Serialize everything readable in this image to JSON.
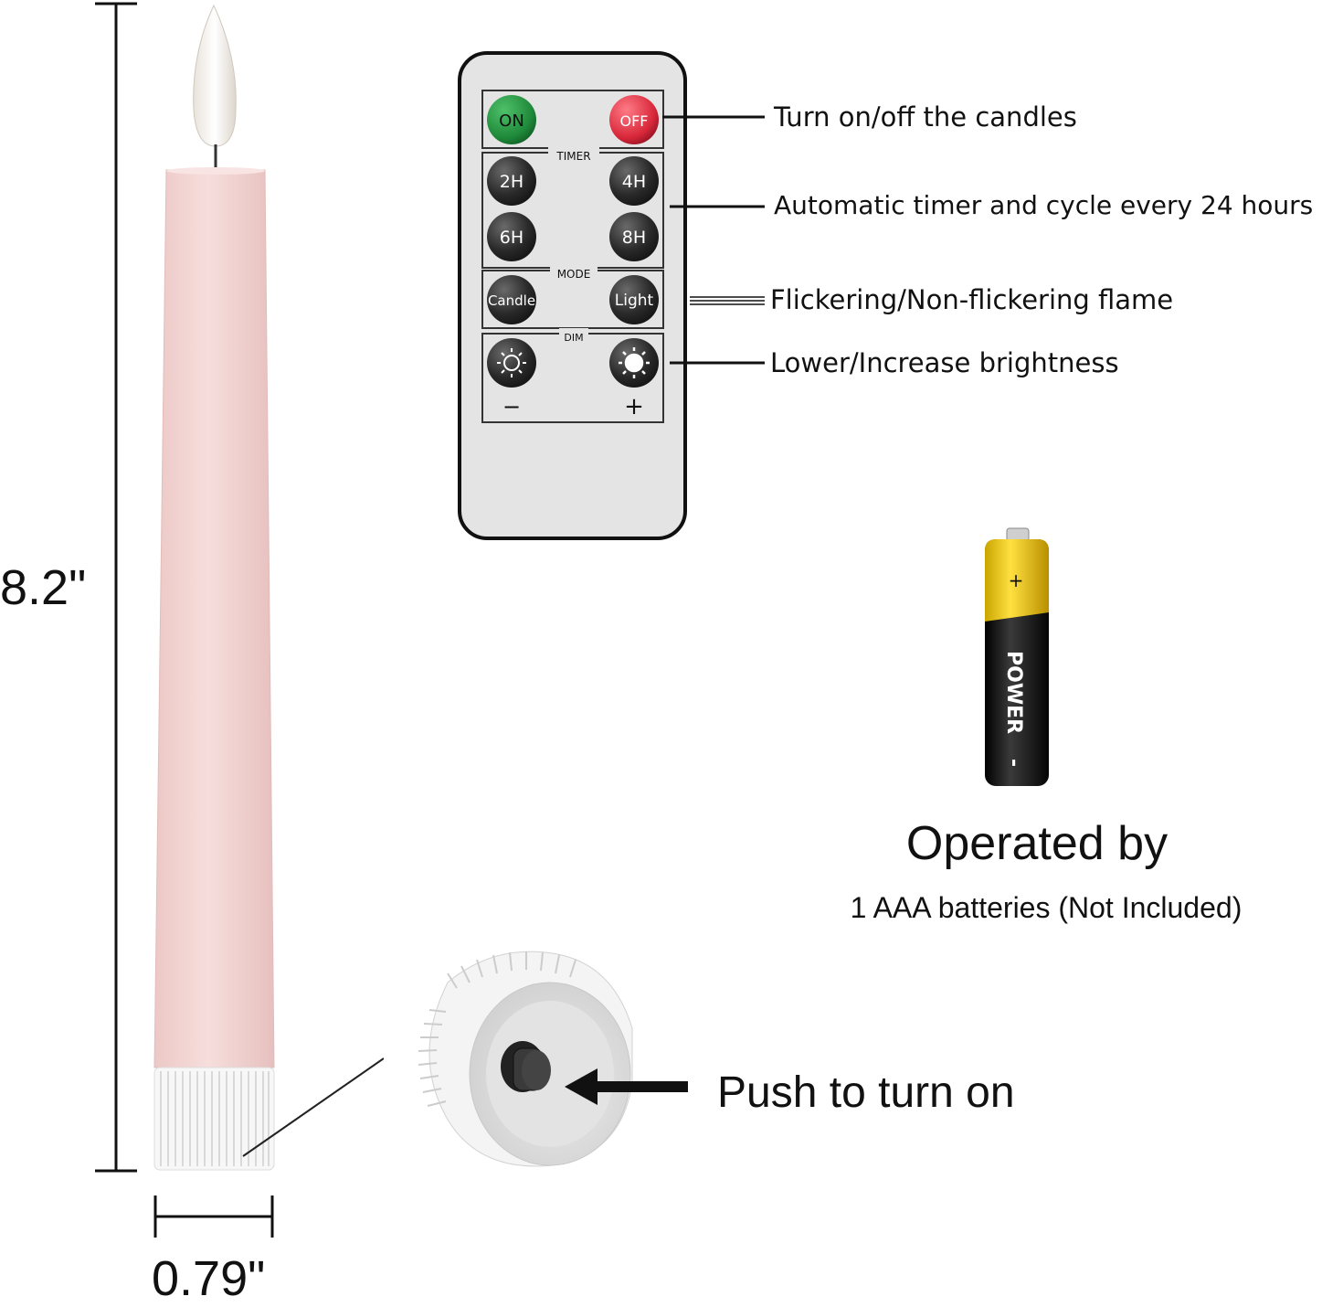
{
  "dimensions": {
    "height": "8.2\"",
    "width": "0.79\""
  },
  "remote": {
    "on_label": "ON",
    "off_label": "OFF",
    "timer_label": "TIMER",
    "timer_buttons": [
      "2H",
      "4H",
      "6H",
      "8H"
    ],
    "mode_label": "MODE",
    "mode_buttons": [
      "Candle",
      "Light"
    ],
    "dim_label": "DIM",
    "dim_minus": "−",
    "dim_plus": "+"
  },
  "callouts": {
    "power": "Turn on/off the candles",
    "timer": "Automatic timer and cycle every 24 hours",
    "mode": "Flickering/Non-flickering flame",
    "dim": "Lower/Increase brightness"
  },
  "battery": {
    "brand": "POWER",
    "plus": "+",
    "minus": "-",
    "title": "Operated by",
    "subtitle": "1 AAA batteries (Not Included)"
  },
  "push_label": "Push to turn on",
  "colors": {
    "candle_body": "#f3d9d7",
    "on_button": "#1f8a3a",
    "off_button": "#d8283a",
    "battery_top": "#f2cc1a",
    "remote_face": "#e4e4e4"
  }
}
